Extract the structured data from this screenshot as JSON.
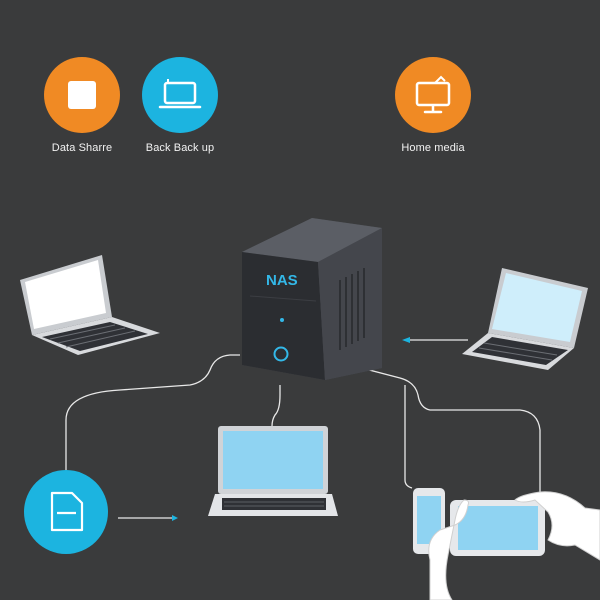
{
  "colors": {
    "background": "#3a3b3c",
    "orange": "#f08a24",
    "cyan": "#1cb4e0",
    "line": "#e8e8e8",
    "nas_dark": "#2b2d31",
    "nas_side": "#4a4c52",
    "nas_label": "#33b8e8",
    "screen_blue": "#8fd3f2"
  },
  "services": [
    {
      "label": "Data Sharre",
      "icon": "folder-icon",
      "color": "orange"
    },
    {
      "label": "Back Back up",
      "icon": "laptop-icon",
      "color": "cyan"
    },
    {
      "label": "Home media",
      "icon": "monitor-icon",
      "color": "orange"
    }
  ],
  "nas": {
    "label": "NAS"
  },
  "devices": [
    {
      "name": "laptop-left-top",
      "icon": "laptop-icon"
    },
    {
      "name": "laptop-right-top",
      "icon": "laptop-icon"
    },
    {
      "name": "laptop-center",
      "icon": "laptop-icon"
    },
    {
      "name": "file-circle",
      "icon": "document-icon"
    },
    {
      "name": "phone",
      "icon": "smartphone-icon"
    },
    {
      "name": "tablet",
      "icon": "tablet-icon"
    }
  ]
}
